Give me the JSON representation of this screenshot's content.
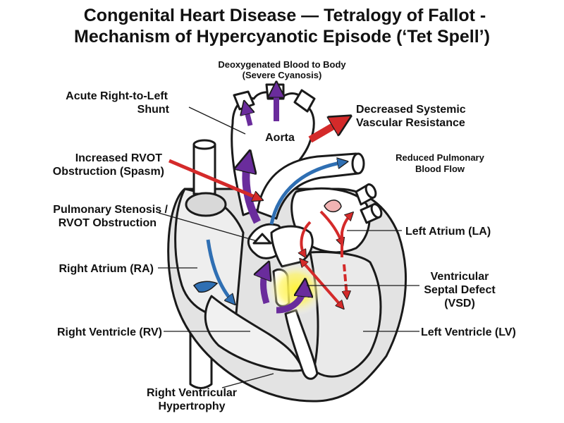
{
  "title": {
    "line1": "Congenital Heart Disease — Tetralogy of Fallot -",
    "line2": "Mechanism of Hypercyanotic Episode (‘Tet Spell’)"
  },
  "labels": {
    "deoxy_line1": "Deoxygenated Blood to Body",
    "deoxy_line2": "(Severe Cyanosis)",
    "shunt_line1": "Acute Right-to-Left",
    "shunt_line2": "Shunt",
    "svr_line1": "Decreased Systemic",
    "svr_line2": "Vascular Resistance",
    "aorta": "Aorta",
    "rvot_spasm_line1": "Increased RVOT",
    "rvot_spasm_line2": "Obstruction (Spasm)",
    "pulm_flow_line1": "Reduced Pulmonary",
    "pulm_flow_line2": "Blood Flow",
    "pulm_sten_line1": "Pulmonary Stenosis /",
    "pulm_sten_line2": "RVOT Obstruction",
    "la": "Left Atrium (LA)",
    "ra": "Right Atrium (RA)",
    "vsd_line1": "Ventricular",
    "vsd_line2": "Septal Defect",
    "vsd_line3": "(VSD)",
    "rv": "Right Ventricle (RV)",
    "lv": "Left Ventricle (LV)",
    "rvh_line1": "Right Ventricular",
    "rvh_line2": "Hypertrophy"
  },
  "colors": {
    "outline": "#1a1a1a",
    "chamber_fill": "#e3e3e3",
    "vessel_fill": "#ffffff",
    "blue_flow": "#2f6fb3",
    "purple_flow": "#6a2c9c",
    "red_flow": "#d42a2a",
    "vsd_glow": "#fff23a"
  }
}
